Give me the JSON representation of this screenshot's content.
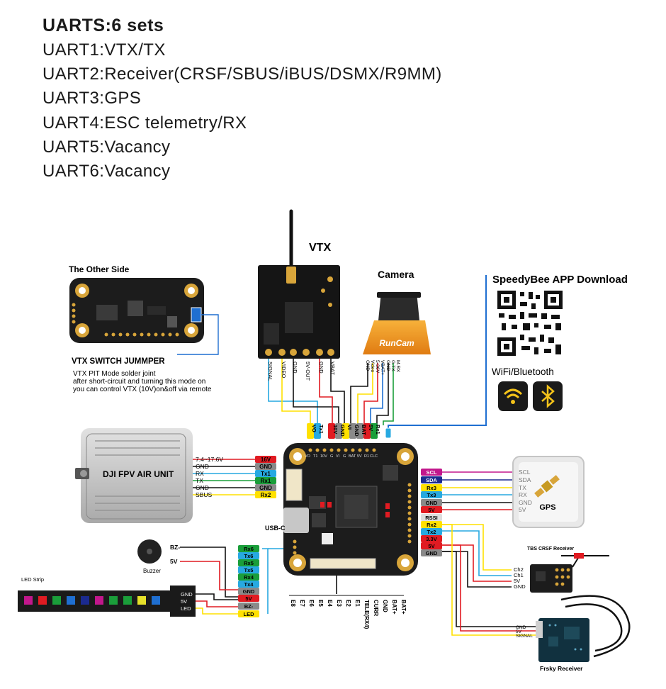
{
  "header": {
    "title": "UARTS:6 sets",
    "lines": [
      "UART1:VTX/TX",
      "UART2:Receiver(CRSF/SBUS/iBUS/DSMX/R9MM)",
      "UART3:GPS",
      "UART4:ESC telemetry/RX",
      "UART5:Vacancy",
      "UART6:Vacancy"
    ]
  },
  "other_side": {
    "title": "The Other Side",
    "jumper_title": "VTX SWITCH JUMMPER",
    "jumper_desc": [
      "VTX PIT Mode solder joint",
      "after short-circuit and turning this mode on",
      "you can control VTX (10V)on&off via remote"
    ]
  },
  "vtx": {
    "title": "VTX",
    "pins": [
      "SIGNAL",
      "VIDEO",
      "GND",
      "5V-OUT",
      "GND",
      "VBAT"
    ]
  },
  "camera": {
    "title": "Camera",
    "brand": "RunCam",
    "pins": [
      "GND",
      "Video",
      "5-36V",
      "VBAT+",
      "GND",
      "G.TX",
      "M.RX"
    ]
  },
  "app": {
    "title": "SpeedyBee APP Download",
    "wifi_bt": "WiFi/Bluetooth"
  },
  "fc": {
    "top_pads": [
      "VO",
      "Tx1",
      "10V",
      "GND",
      "VI",
      "GND",
      "BAT",
      "5V",
      "Rx1"
    ],
    "top_print": [
      "VO",
      "T1",
      "10V",
      "G",
      "VI",
      "G",
      "BAT",
      "5V",
      "R1",
      "CLC"
    ],
    "usb": "USB-C",
    "bottom_labels": [
      "E8",
      "E7",
      "E6",
      "E5",
      "E4",
      "E3",
      "E2",
      "E1",
      "TELE(RX4)",
      "CURR",
      "GND",
      "BAT+",
      "BAT+"
    ]
  },
  "dji": {
    "name": "DJI FPV AIR UNIT",
    "pins": [
      "7.4~17.6V",
      "GND",
      "RX",
      "TX",
      "GND",
      "SBUS"
    ],
    "pads": [
      "16V",
      "GND",
      "Tx1",
      "Rx1",
      "GND",
      "Rx2"
    ]
  },
  "gps": {
    "name": "GPS",
    "pads": [
      "SCL",
      "SDA",
      "Rx3",
      "Tx3",
      "GND",
      "5V"
    ],
    "pins": [
      "SCL",
      "SDA",
      "TX",
      "RX",
      "GND",
      "5V"
    ]
  },
  "right_pads": [
    "SCL",
    "SDA",
    "Rx3",
    "Tx3",
    "GND",
    "5V",
    "RSSI",
    "Rx2",
    "Tx2",
    "3.3V",
    "5V",
    "GND"
  ],
  "left_pads": [
    "Rx6",
    "Tx6",
    "Rx5",
    "Tx5",
    "Rx4",
    "Tx4",
    "GND",
    "5V",
    "BZ-",
    "LED"
  ],
  "buzzer": {
    "name": "Buzzer",
    "pins": [
      "BZ-",
      "5V"
    ]
  },
  "led_strip": {
    "title": "LED Strip",
    "pins": [
      "GND",
      "5V",
      "LED"
    ]
  },
  "crsf": {
    "title": "TBS CRSF Receiver",
    "pins": [
      "Ch2",
      "Ch1",
      "5V",
      "GND"
    ]
  },
  "frsky": {
    "title": "Frsky Receiver",
    "pins": [
      "GND",
      "5V",
      "SIGNAL"
    ]
  },
  "colors": {
    "red": "#e11b22",
    "yellow": "#ffe100",
    "green": "#1a9e3a",
    "blue": "#1f6fd1",
    "cyan": "#27a9e1",
    "magenta": "#c2178c",
    "navy": "#1b2a8f",
    "gray": "#8a8a8a",
    "pcb": "#1c1c1c",
    "gold": "#d8a53a",
    "orange": "#f39a1e"
  }
}
